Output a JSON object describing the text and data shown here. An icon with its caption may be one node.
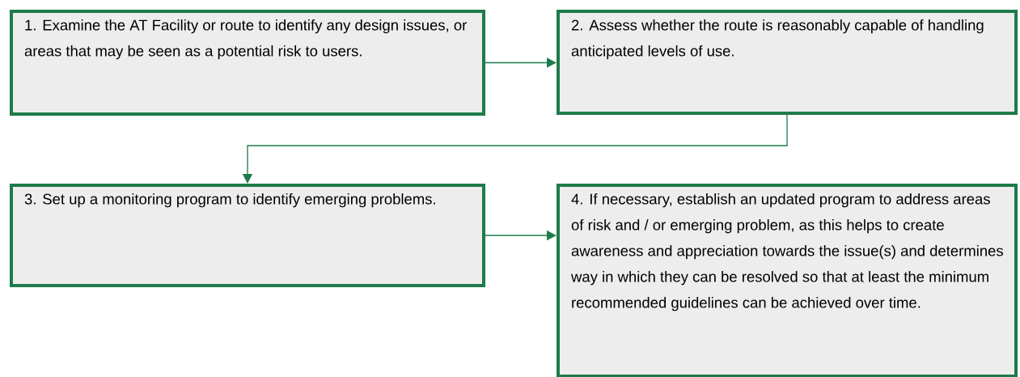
{
  "diagram": {
    "nodes": [
      {
        "text": [
          "1. Examine the AT Facility or route to identify any design issues, or areas that may be seen as a potential risk to users."
        ]
      },
      {
        "text": [
          "2. Assess whether the route is reasonably capable of handling anticipated levels of use."
        ]
      },
      {
        "text": [
          "3. Set up a monitoring program to identify emerging problems."
        ]
      },
      {
        "text": [
          "4. If necessary, establish an updated program to address areas of risk and / or emerging problem, as this helps to create awareness and appreciation towards the issue(s) and determines way in which they can be resolved so that at least the minimum recommended guidelines can be achieved over time."
        ]
      }
    ],
    "edges": [
      {
        "from": 0,
        "to": 1,
        "arrow": "to"
      },
      {
        "from": 1,
        "to": 2,
        "arrow": "to"
      },
      {
        "from": 2,
        "to": 3,
        "arrow": "to"
      }
    ]
  }
}
